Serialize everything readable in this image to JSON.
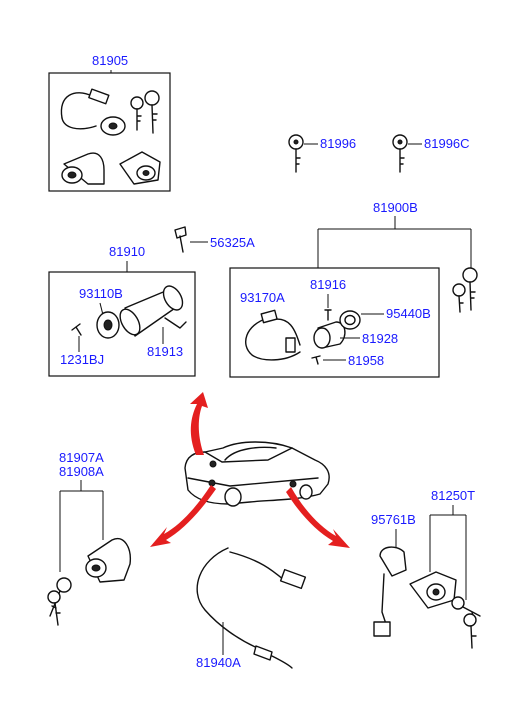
{
  "labels": {
    "p81905": "81905",
    "p81996": "81996",
    "p81996c": "81996C",
    "p81900b": "81900B",
    "p56325a": "56325A",
    "p81910": "81910",
    "p93110b": "93110B",
    "p1231bj": "1231BJ",
    "p81913": "81913",
    "p93170a": "93170A",
    "p81916": "81916",
    "p95440b": "95440B",
    "p81928": "81928",
    "p81958": "81958",
    "p81907a": "81907A",
    "p81908a": "81908A",
    "p95761b": "95761B",
    "p81250t": "81250T",
    "p81940a": "81940A"
  },
  "colors": {
    "label": "#1a1aff",
    "arrow": "#e41f1f",
    "line": "#111111"
  }
}
